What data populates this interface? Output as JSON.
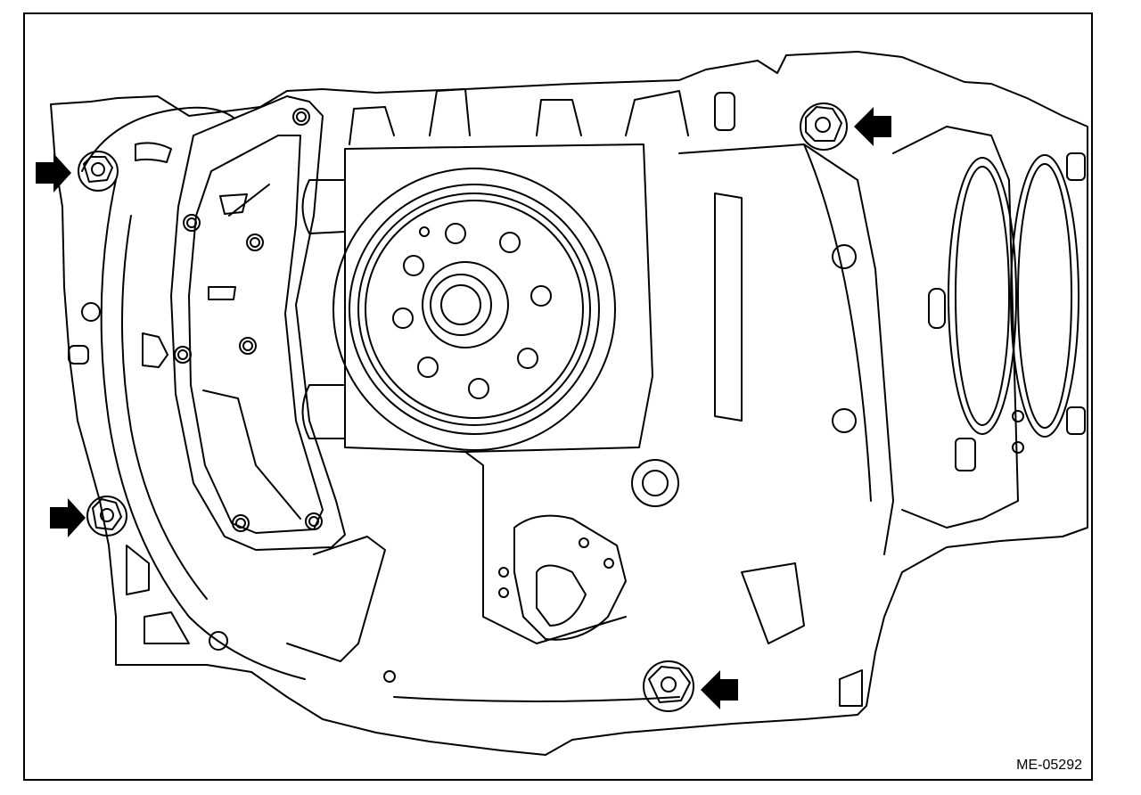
{
  "figure": {
    "reference_code": "ME-05292",
    "subject": "engine-block-rear-view",
    "callouts": [
      {
        "id": "bolt-upper-left",
        "icon": "arrow-right-icon"
      },
      {
        "id": "bolt-lower-left",
        "icon": "arrow-right-icon"
      },
      {
        "id": "bolt-upper-right",
        "icon": "arrow-left-icon"
      },
      {
        "id": "bolt-bottom",
        "icon": "arrow-left-icon"
      }
    ],
    "colors": {
      "line": "#000000",
      "background": "#ffffff"
    }
  }
}
